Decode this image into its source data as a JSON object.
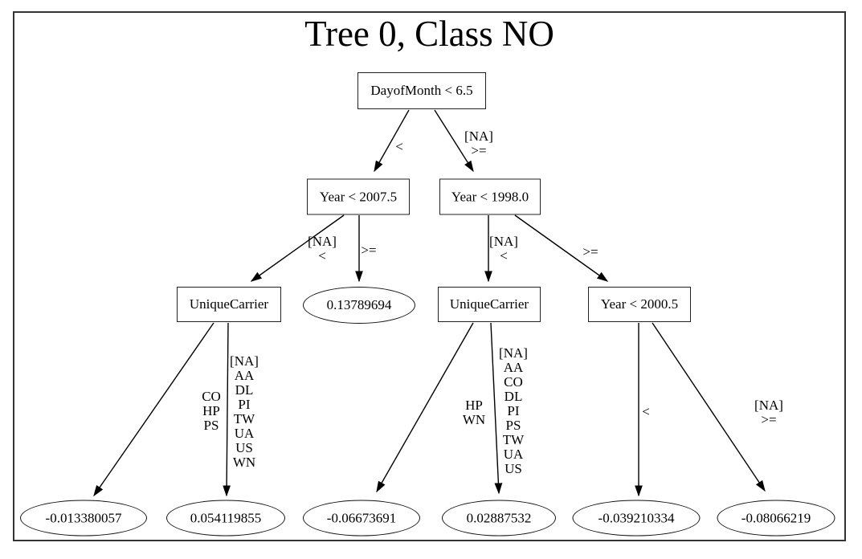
{
  "title": "Tree 0, Class NO",
  "nodes": {
    "root": "DayofMonth < 6.5",
    "year_2007": "Year < 2007.5",
    "year_1998": "Year < 1998.0",
    "carrier_left": "UniqueCarrier",
    "value_mid": "0.13789694",
    "carrier_right": "UniqueCarrier",
    "year_2000": "Year < 2000.5"
  },
  "leaves": [
    "-0.013380057",
    "0.054119855",
    "-0.06673691",
    "0.02887532",
    "-0.039210334",
    "-0.08066219"
  ],
  "edge_labels": {
    "root_left": "<",
    "root_right": "[NA]\n>=",
    "year2007_left": "[NA]\n<",
    "year2007_right": ">=",
    "year1998_left": "[NA]\n<",
    "year1998_right": ">=",
    "carrier_left_left": "CO\nHP\nPS",
    "carrier_left_right": "[NA]\nAA\nDL\nPI\nTW\nUA\nUS\nWN",
    "carrier_right_left": "HP\nWN",
    "carrier_right_right": "[NA]\nAA\nCO\nDL\nPI\nPS\nTW\nUA\nUS",
    "year2000_left": "<",
    "year2000_right": "[NA]\n>="
  }
}
